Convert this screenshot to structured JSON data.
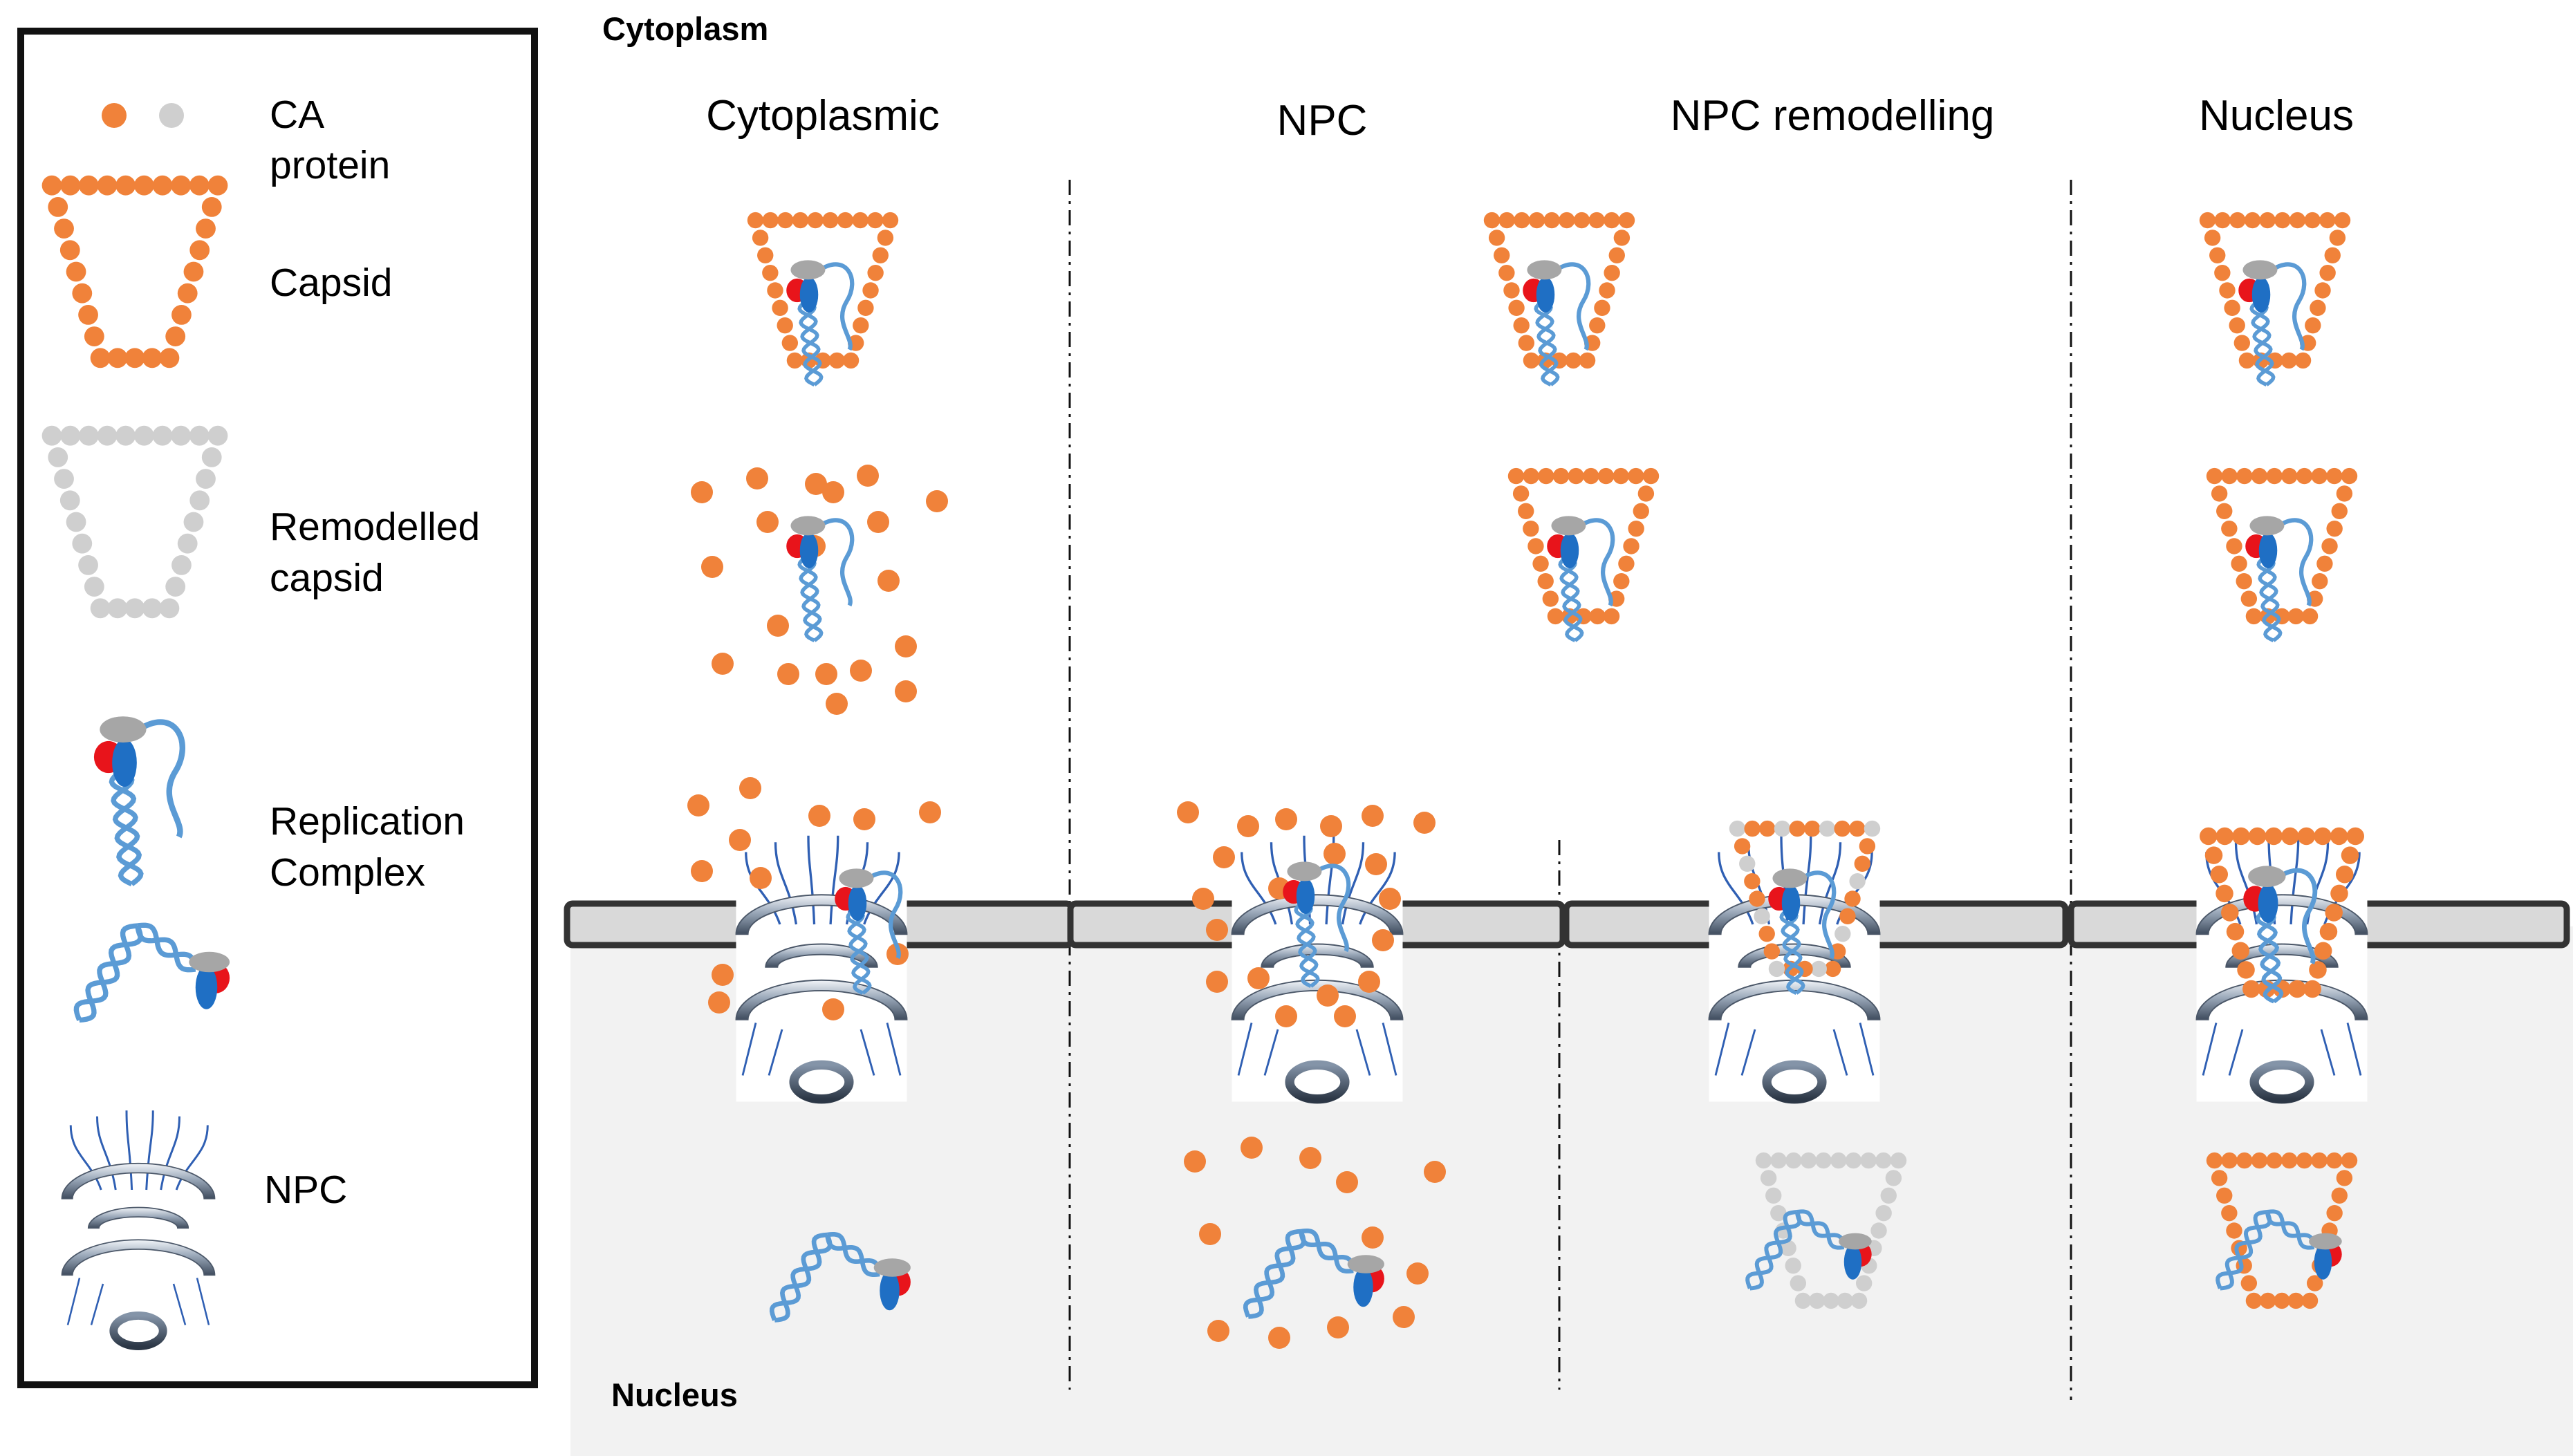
{
  "regions": {
    "top": "Cytoplasm",
    "bottom": "Nucleus"
  },
  "columns": [
    {
      "title": "Cytoplasmic"
    },
    {
      "title": "NPC"
    },
    {
      "title": "NPC remodelling"
    },
    {
      "title": "Nucleus"
    }
  ],
  "legend": {
    "ca_protein": {
      "line1": "CA",
      "line2": "protein"
    },
    "capsid": "Capsid",
    "remodelled_capsid": {
      "line1": "Remodelled",
      "line2": "capsid"
    },
    "replication_complex": {
      "line1": "Replication",
      "line2": "Complex"
    },
    "npc": "NPC"
  },
  "colors": {
    "ca_orange": "#F0823A",
    "remodelled_grey": "#CFCFCF",
    "dna_blue": "#5B9BD5",
    "integrase_blue": "#1F6FC4",
    "red": "#E8141B",
    "npc_steel": "#7A8EA6",
    "nucleoplasm": "#F2F2F2",
    "envelope": "#D9D9D9"
  }
}
